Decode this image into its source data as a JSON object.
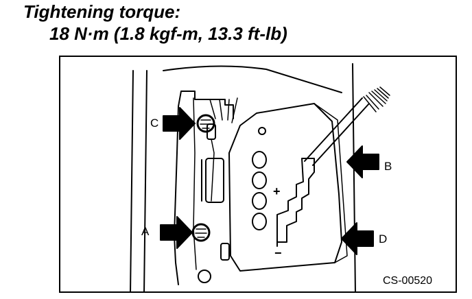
{
  "heading": {
    "title": "Tightening torque:",
    "value": "18 N·m (1.8 kgf-m, 13.3 ft-lb)"
  },
  "figure": {
    "callouts": {
      "a": "A",
      "b": "B",
      "c": "C",
      "d": "D"
    },
    "plus_sign": "+",
    "minus_sign": "−",
    "figure_code": "CS-00520"
  }
}
